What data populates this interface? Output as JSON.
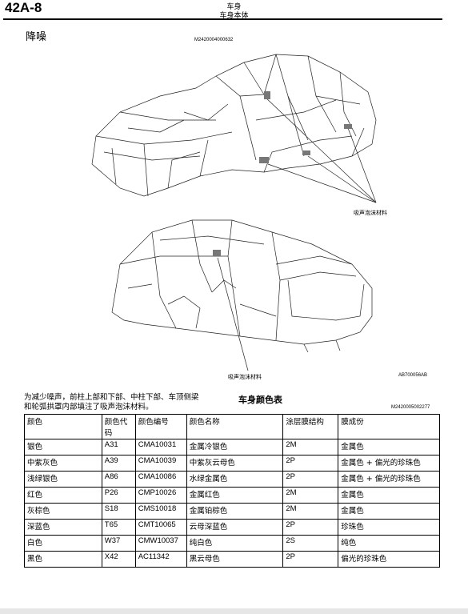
{
  "header": {
    "page_number": "42A-8",
    "title": "车身",
    "subtitle": "车身本体"
  },
  "section": {
    "title": "降噪",
    "figure_ref_top": "M2420004000632",
    "figure_ref_bottom": "AB700056AB",
    "callout_top": "吸声泡沫材料",
    "callout_bottom": "吸声泡沫材料"
  },
  "description": {
    "line1": "为减少噪声，前柱上部和下部、中柱下部、车顶侧梁",
    "line2": "和轮弧拱罩内部填注了吸声泡沫材料。"
  },
  "color_table": {
    "title": "车身颜色表",
    "ref": "M2420005002277",
    "headers": [
      "颜色",
      "颜色代码",
      "颜色编号",
      "颜色名称",
      "涂层膜结构",
      "膜成份"
    ],
    "rows": [
      [
        "银色",
        "A31",
        "CMA10031",
        "金属冷银色",
        "2M",
        "金属色"
      ],
      [
        "中紫灰色",
        "A39",
        "CMA10039",
        "中紫灰云母色",
        "2P",
        "金属色 + 偏光的珍珠色"
      ],
      [
        "浅绿银色",
        "A86",
        "CMA10086",
        "水绿金属色",
        "2P",
        "金属色 + 偏光的珍珠色"
      ],
      [
        "红色",
        "P26",
        "CMP10026",
        "金属红色",
        "2M",
        "金属色"
      ],
      [
        "灰棕色",
        "S18",
        "CMS10018",
        "金属铂棕色",
        "2M",
        "金属色"
      ],
      [
        "深蓝色",
        "T65",
        "CMT10065",
        "云母深蓝色",
        "2P",
        "珍珠色"
      ],
      [
        "白色",
        "W37",
        "CMW10037",
        "纯白色",
        "2S",
        "纯色"
      ],
      [
        "黑色",
        "X42",
        "AC11342",
        "黑云母色",
        "2P",
        "偏光的珍珠色"
      ]
    ]
  }
}
